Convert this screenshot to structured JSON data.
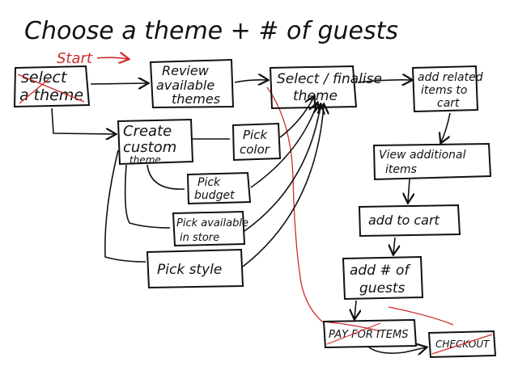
{
  "title": "Choose a theme + # of guests",
  "annotations": {
    "start": "Start"
  },
  "nodes": {
    "select_theme": [
      "select",
      "a theme"
    ],
    "review_themes": [
      "Review",
      "available",
      "themes"
    ],
    "select_finalise": [
      "Select / finalise",
      "theme"
    ],
    "add_related": [
      "add related",
      "items to",
      "cart"
    ],
    "create_custom": [
      "Create",
      "custom",
      "theme"
    ],
    "pick_color": [
      "Pick",
      "color"
    ],
    "pick_budget": [
      "Pick",
      "budget"
    ],
    "pick_available": [
      "Pick available",
      "in store"
    ],
    "pick_style": [
      "Pick style"
    ],
    "view_additional": [
      "View additional",
      "items"
    ],
    "add_to_cart": [
      "add to cart"
    ],
    "add_guests": [
      "add # of",
      "guests"
    ],
    "pay_items": [
      "PAY FOR ITEMS"
    ],
    "checkout": [
      "CHECKOUT"
    ]
  },
  "colors": {
    "ink": "#111111",
    "correction": "#d02b2b"
  }
}
